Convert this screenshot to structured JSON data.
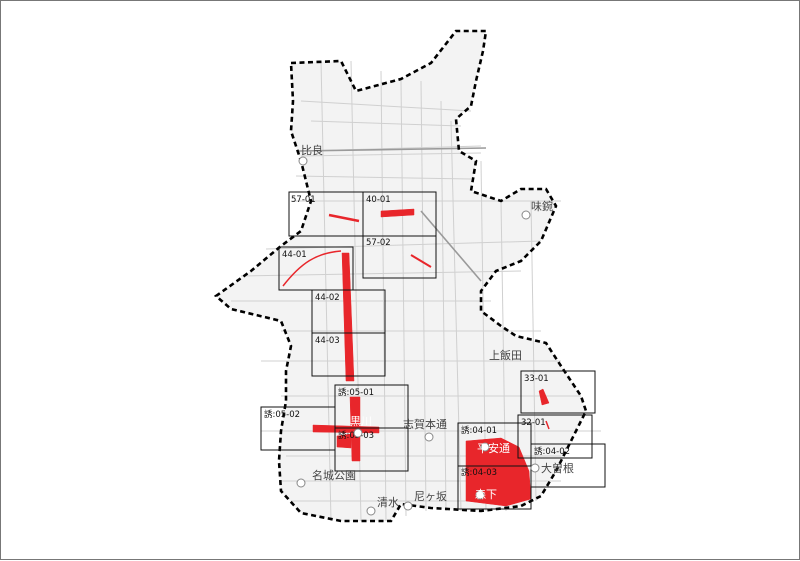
{
  "map": {
    "colors": {
      "boundary": "#000000",
      "highlight": "#e8262b",
      "tile_border": "#111111",
      "basemap_road": "#d6d6d6",
      "basemap_fill": "#f4f4f4",
      "label": "#555555"
    },
    "tiles": [
      {
        "id": "57-01"
      },
      {
        "id": "40-01"
      },
      {
        "id": "57-02"
      },
      {
        "id": "44-01"
      },
      {
        "id": "44-02"
      },
      {
        "id": "44-03"
      },
      {
        "id": "誘:05-01"
      },
      {
        "id": "誘:05-02"
      },
      {
        "id": "誘:05-03"
      },
      {
        "id": "33-01"
      },
      {
        "id": "32-01"
      },
      {
        "id": "誘:04-01"
      },
      {
        "id": "誘:04-02"
      },
      {
        "id": "誘:04-03"
      }
    ],
    "places": [
      {
        "name": "比良",
        "icon": "station-icon"
      },
      {
        "name": "味鋺",
        "icon": "station-icon"
      },
      {
        "name": "上飯田",
        "icon": "none"
      },
      {
        "name": "黒川",
        "icon": "station-icon"
      },
      {
        "name": "志賀本通",
        "icon": "station-icon"
      },
      {
        "name": "平安通",
        "icon": "station-icon"
      },
      {
        "name": "大曽根",
        "icon": "station-icon"
      },
      {
        "name": "名城公園",
        "icon": "station-icon"
      },
      {
        "name": "清水",
        "icon": "station-icon"
      },
      {
        "name": "尼ヶ坂",
        "icon": "station-icon"
      },
      {
        "name": "森下",
        "icon": "station-icon"
      }
    ]
  }
}
